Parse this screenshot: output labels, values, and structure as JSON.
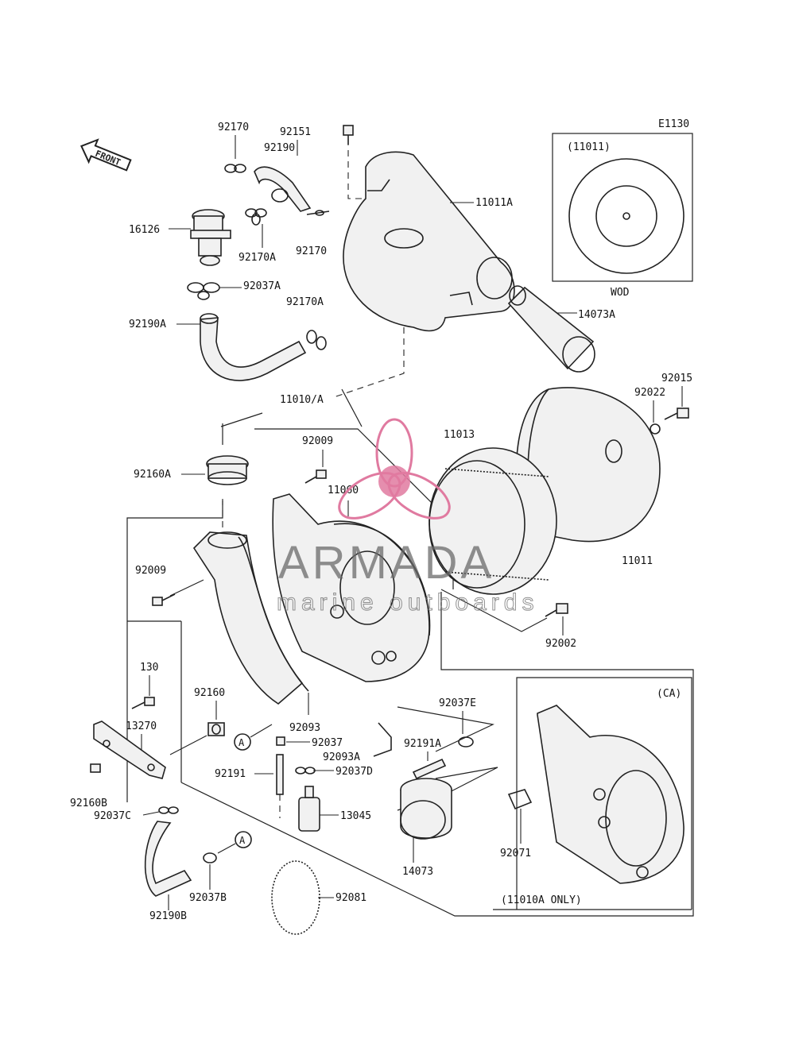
{
  "diagram": {
    "drawing_code": "E1130",
    "front_arrow_label": "FRONT",
    "callout_marker": "A",
    "inset_wod": {
      "header": "(11011)",
      "footer": "WOD"
    },
    "inset_ca": {
      "header": "(CA)",
      "footer": "(11010A ONLY)"
    }
  },
  "watermark": {
    "brand": "ARMADA",
    "tagline": "marine outboards",
    "color": "#e07aa0"
  },
  "part_labels": {
    "p92170_top": "92170",
    "p92151": "92151",
    "p92190": "92190",
    "p16126": "16126",
    "p92170A_a": "92170A",
    "p92170_b": "92170",
    "p92037A": "92037A",
    "p92170A_b": "92170A",
    "p92190A": "92190A",
    "p11011A": "11011A",
    "p14073A": "14073A",
    "p92015": "92015",
    "p92022": "92022",
    "p11010A": "11010/A",
    "p92009_top": "92009",
    "p11013": "11013",
    "p92160A": "92160A",
    "p11060": "11060",
    "p11011": "11011",
    "p92009_left": "92009",
    "p92002": "92002",
    "p130": "130",
    "p92160": "92160",
    "p13270": "13270",
    "p92093": "92093",
    "p92037": "92037",
    "p92093A": "92093A",
    "p92037E": "92037E",
    "p92191A": "92191A",
    "p92191": "92191",
    "p92037D": "92037D",
    "p92160B": "92160B",
    "p92037C": "92037C",
    "p13045": "13045",
    "p14073": "14073",
    "p92071": "92071",
    "p92081": "92081",
    "p92037B": "92037B",
    "p92190B": "92190B"
  }
}
